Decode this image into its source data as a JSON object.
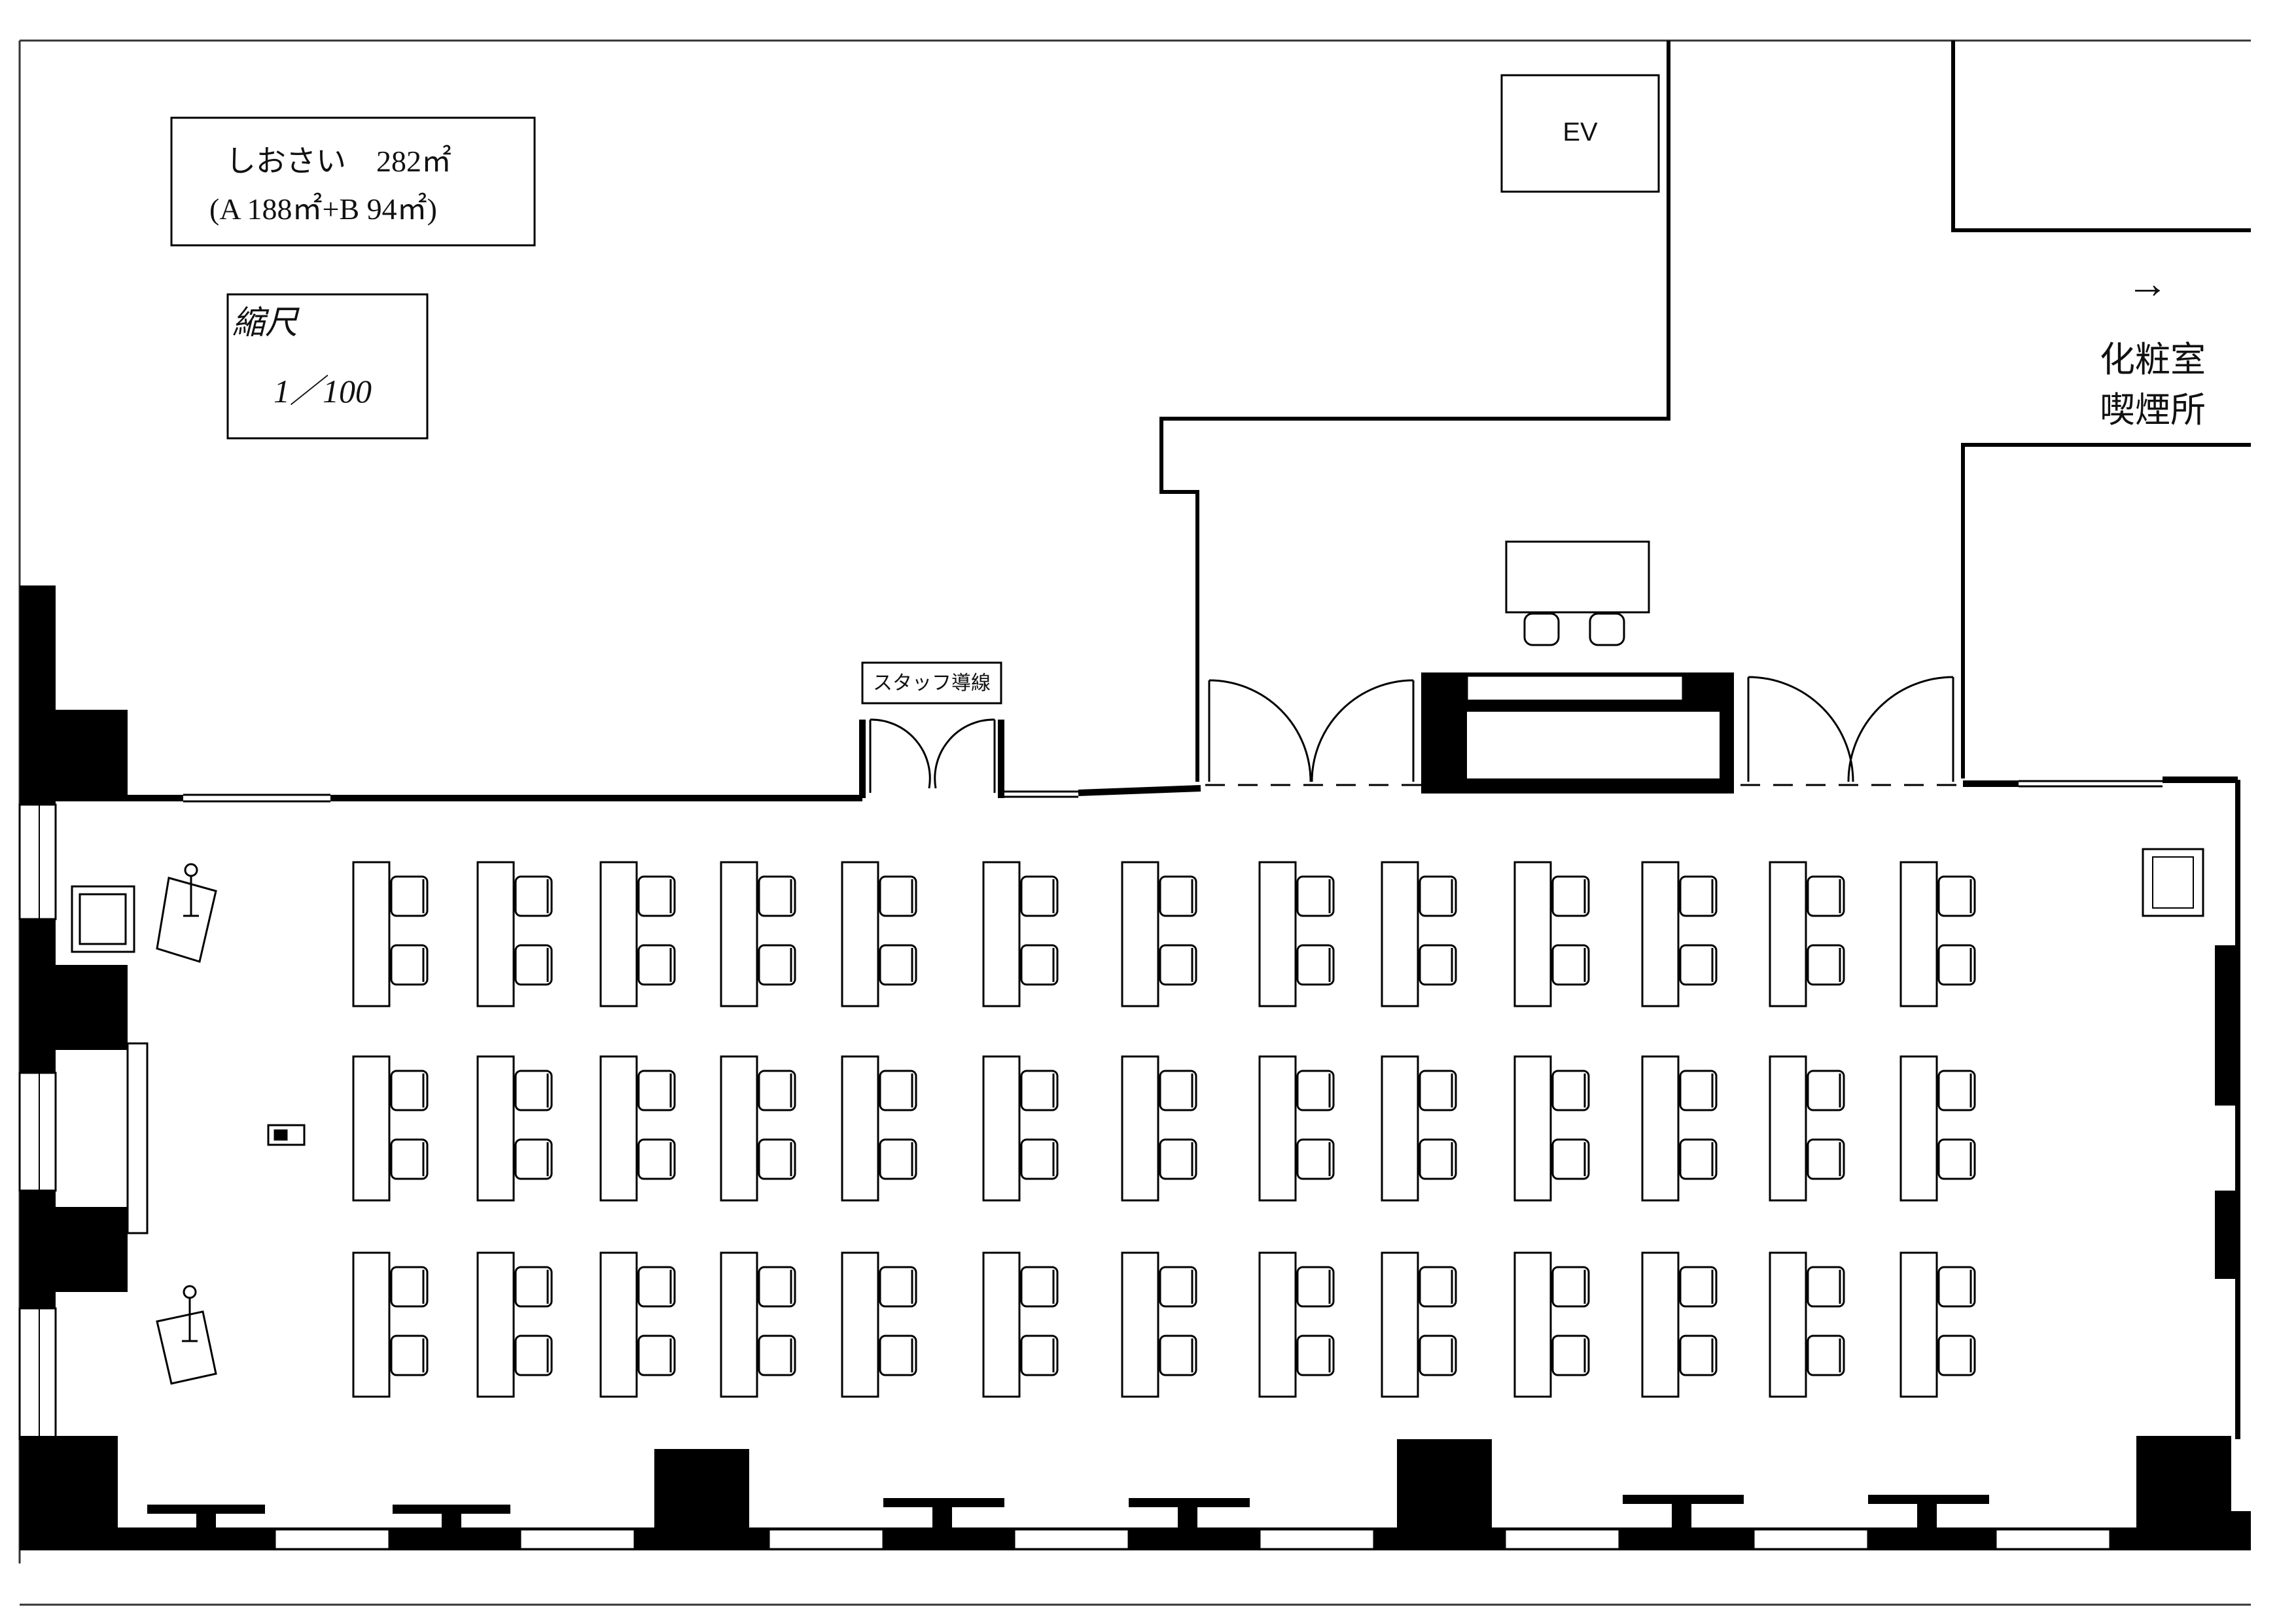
{
  "room_info": {
    "name_area": "しおさい　282㎡",
    "breakdown": "(A 188㎡+B 94㎡)"
  },
  "scale": {
    "label": "縮尺",
    "value": "1／100"
  },
  "elevator": {
    "label": "EV"
  },
  "facilities": {
    "arrow": "→",
    "restroom": "化粧室",
    "smoking": "喫煙所"
  },
  "staff_route": {
    "label": "スタッフ導線"
  },
  "seating": {
    "rows": 3,
    "columns": 13,
    "chairs_per_desk": 2,
    "total_seats": 78
  },
  "colors": {
    "wall": "#000000",
    "line": "#222222",
    "background": "#ffffff"
  }
}
